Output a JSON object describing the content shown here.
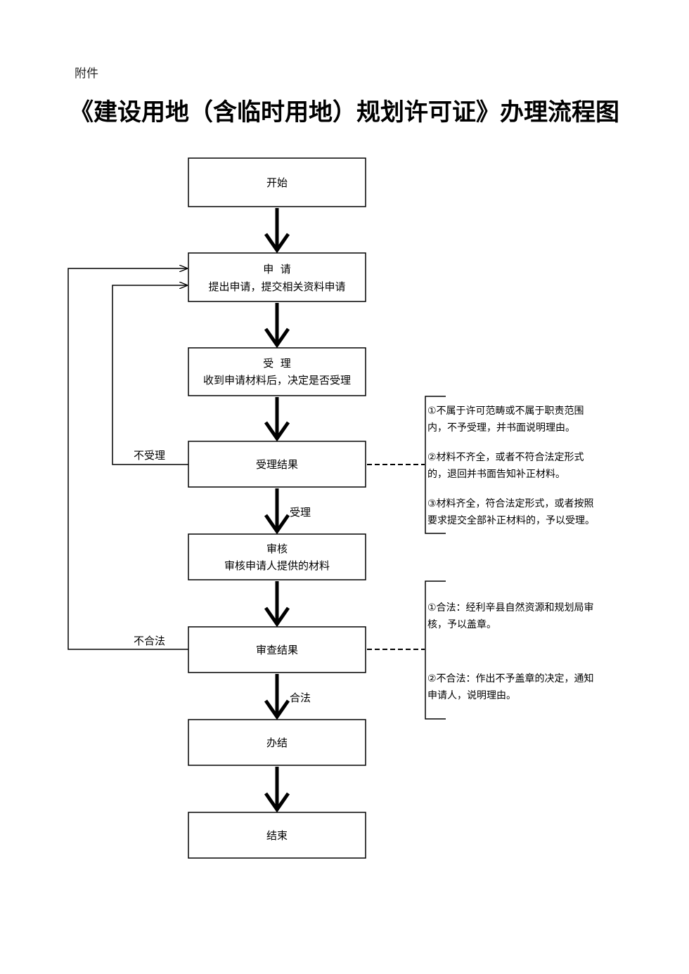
{
  "attachment_label": "附件",
  "title": "《建设用地（含临时用地）规划许可证》办理流程图",
  "nodes": {
    "start": {
      "line1": "开始"
    },
    "apply": {
      "line1": "申  请",
      "line2": "提出申请，提交相关资料申请"
    },
    "accept": {
      "line1": "受  理",
      "line2": "收到申请材料后，决定是否受理"
    },
    "accept_result": {
      "line1": "受理结果"
    },
    "review": {
      "line1": "审核",
      "line2": "审核申请人提供的材料"
    },
    "review_result": {
      "line1": "审查结果"
    },
    "complete": {
      "line1": "办结"
    },
    "end": {
      "line1": "结束"
    }
  },
  "edge_labels": {
    "not_accepted": "不受理",
    "accepted": "受理",
    "not_legal": "不合法",
    "legal": "合法"
  },
  "notes": {
    "accept_result": {
      "item1_line1": "①不属于许可范畴或不属于职责范围",
      "item1_line2": "内，不予受理，并书面说明理由。",
      "item2_line1": "②材料不齐全，或者不符合法定形式",
      "item2_line2": "的，退回并书面告知补正材料。",
      "item3_line1": "③材料齐全，符合法定形式，或者按照",
      "item3_line2": "要求提交全部补正材料的，予以受理。"
    },
    "review_result": {
      "item1_line1": "①合法：经利辛县自然资源和规划局审",
      "item1_line2": "核，予以盖章。",
      "item2_line1": "②不合法：作出不予盖章的决定，通知",
      "item2_line2": "申请人，说明理由。"
    }
  }
}
